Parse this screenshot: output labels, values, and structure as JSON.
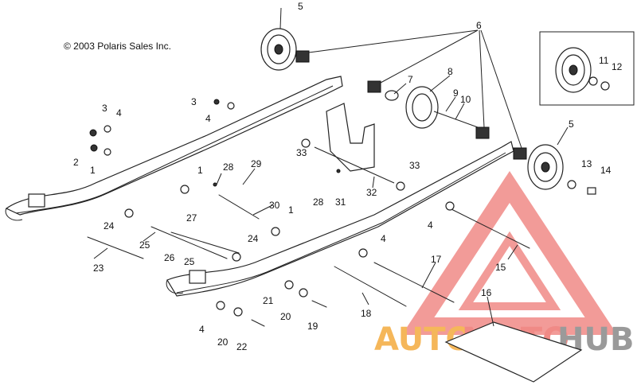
{
  "copyright": "© 2003 Polaris Sales Inc.",
  "watermark": {
    "part1": "AUTO",
    "part2": "MOTO",
    "part3": "HUB",
    "colors": {
      "auto": "#f5b75a",
      "moto": "#f08a86",
      "hub": "#9a9a9a",
      "triangle": "#f08a86"
    }
  },
  "callouts": [
    {
      "id": "c5a",
      "label": "5"
    },
    {
      "id": "c6",
      "label": "6"
    },
    {
      "id": "c11",
      "label": "11"
    },
    {
      "id": "c12",
      "label": "12"
    },
    {
      "id": "c7",
      "label": "7"
    },
    {
      "id": "c8",
      "label": "8"
    },
    {
      "id": "c9",
      "label": "9"
    },
    {
      "id": "c10",
      "label": "10"
    },
    {
      "id": "c3a",
      "label": "3"
    },
    {
      "id": "c4a",
      "label": "4"
    },
    {
      "id": "c3b",
      "label": "3"
    },
    {
      "id": "c4b",
      "label": "4"
    },
    {
      "id": "c2",
      "label": "2"
    },
    {
      "id": "c1a",
      "label": "1"
    },
    {
      "id": "c5b",
      "label": "5"
    },
    {
      "id": "c33a",
      "label": "33"
    },
    {
      "id": "c33b",
      "label": "33"
    },
    {
      "id": "c13",
      "label": "13"
    },
    {
      "id": "c14",
      "label": "14"
    },
    {
      "id": "c1b",
      "label": "1"
    },
    {
      "id": "c28a",
      "label": "28"
    },
    {
      "id": "c29",
      "label": "29"
    },
    {
      "id": "c28b",
      "label": "28"
    },
    {
      "id": "c31",
      "label": "31"
    },
    {
      "id": "c32",
      "label": "32"
    },
    {
      "id": "c30",
      "label": "30"
    },
    {
      "id": "c1c",
      "label": "1"
    },
    {
      "id": "c4c",
      "label": "4"
    },
    {
      "id": "c24a",
      "label": "24"
    },
    {
      "id": "c27",
      "label": "27"
    },
    {
      "id": "c25a",
      "label": "25"
    },
    {
      "id": "c26",
      "label": "26"
    },
    {
      "id": "c25b",
      "label": "25"
    },
    {
      "id": "c24b",
      "label": "24"
    },
    {
      "id": "c23",
      "label": "23"
    },
    {
      "id": "c4d",
      "label": "4"
    },
    {
      "id": "c17",
      "label": "17"
    },
    {
      "id": "c15",
      "label": "15"
    },
    {
      "id": "c16",
      "label": "16"
    },
    {
      "id": "c21",
      "label": "21"
    },
    {
      "id": "c20a",
      "label": "20"
    },
    {
      "id": "c19",
      "label": "19"
    },
    {
      "id": "c18",
      "label": "18"
    },
    {
      "id": "c4e",
      "label": "4"
    },
    {
      "id": "c20b",
      "label": "20"
    },
    {
      "id": "c22",
      "label": "22"
    }
  ]
}
